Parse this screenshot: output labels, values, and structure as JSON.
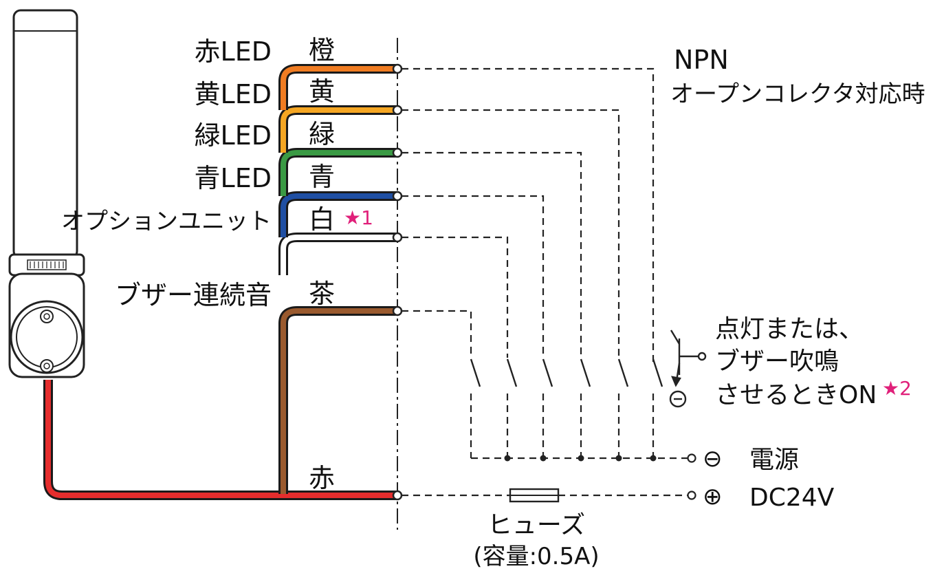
{
  "led_labels": {
    "red": "赤LED",
    "yellow": "黄LED",
    "green": "緑LED",
    "blue": "青LED",
    "option": "オプションユニット",
    "buzzer": "ブザー連続音"
  },
  "wire_labels": {
    "orange": "橙",
    "yellow": "黄",
    "green": "緑",
    "blue": "青",
    "white": "白",
    "brown": "茶",
    "red": "赤"
  },
  "stars": {
    "note1": "★1",
    "note2": "★2"
  },
  "npn": {
    "line1": "NPN",
    "line2": "オープンコレクタ対応時"
  },
  "on_note": {
    "line1": "点灯または、",
    "line2": "ブザー吹鳴",
    "line3": "させるときON"
  },
  "power": {
    "minus_symbol": "⊖",
    "minus_label": "電源",
    "plus_symbol": "⊕",
    "plus_label": "DC24V"
  },
  "fuse": {
    "label": "ヒューズ",
    "capacity": "(容量:0.5A)"
  },
  "colors": {
    "orange": "#f07c22",
    "yellow": "#f5a623",
    "green": "#3a9a44",
    "blue": "#1f4fa3",
    "white": "#ffffff",
    "brown": "#9a5a2e",
    "red": "#e52d2d",
    "accent_star": "#e0207a"
  }
}
